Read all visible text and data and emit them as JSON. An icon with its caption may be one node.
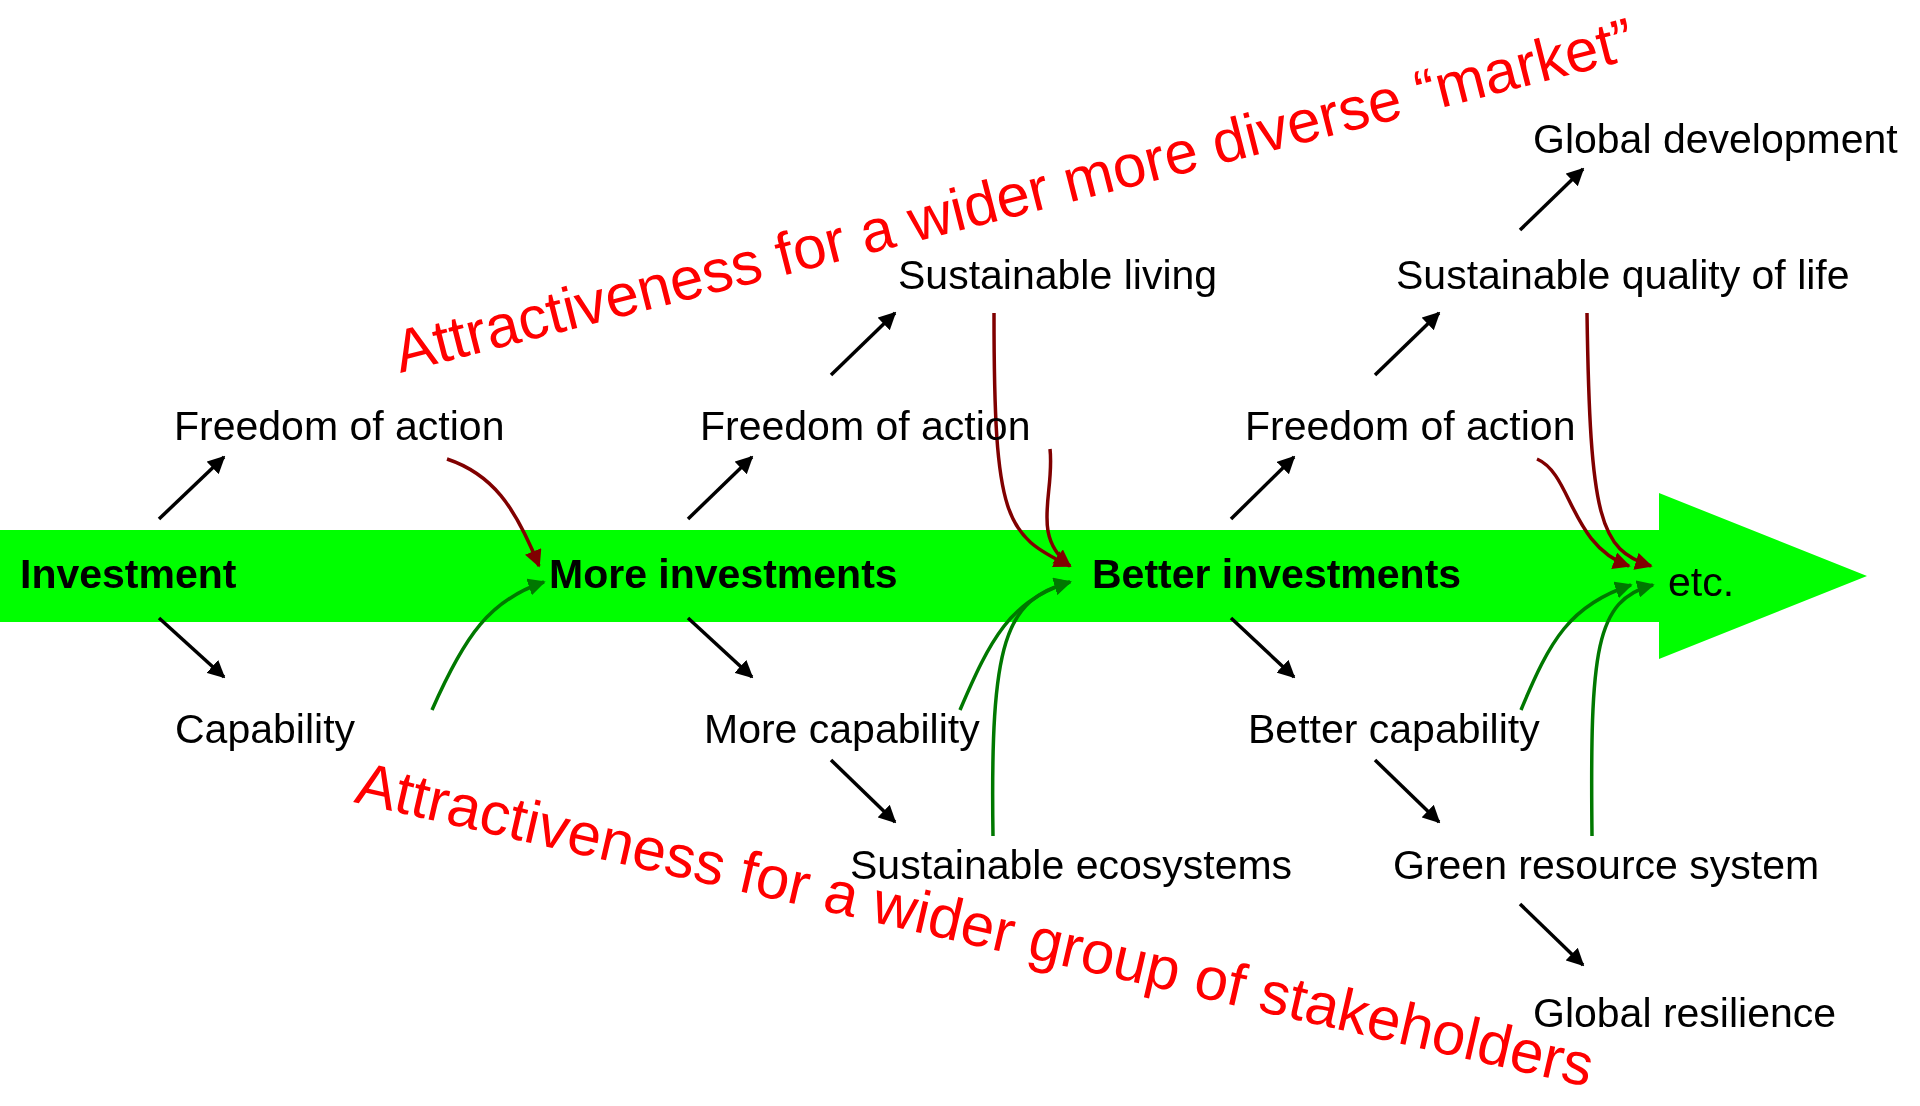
{
  "diagram": {
    "nodes": [
      {
        "text": [],
        "shape": "arrow"
      },
      {
        "text": [
          "Investment"
        ],
        "in": 0
      },
      {
        "text": [
          "More investments"
        ],
        "in": 0
      },
      {
        "text": [
          "Better investments"
        ],
        "in": 0
      },
      {
        "text": [
          "etc."
        ],
        "in": 0
      },
      {
        "text": [
          "Freedom of action"
        ]
      },
      {
        "text": [
          "Capability"
        ]
      },
      {
        "text": [
          "Freedom of action"
        ]
      },
      {
        "text": [
          "More capability"
        ]
      },
      {
        "text": [
          "Sustainable living"
        ]
      },
      {
        "text": [
          "Sustainable ecosystems"
        ]
      },
      {
        "text": [
          "Freedom of action"
        ]
      },
      {
        "text": [
          "Better capability"
        ]
      },
      {
        "text": [
          "Sustainable quality of life"
        ]
      },
      {
        "text": [
          "Green resource system"
        ]
      },
      {
        "text": [
          "Global development"
        ]
      },
      {
        "text": [
          "Global resilience"
        ]
      }
    ],
    "edges": [
      {
        "from": 1,
        "to": 5,
        "arrow": "to"
      },
      {
        "from": 1,
        "to": 6,
        "arrow": "to"
      },
      {
        "from": 2,
        "to": 7,
        "arrow": "to"
      },
      {
        "from": 2,
        "to": 8,
        "arrow": "to"
      },
      {
        "from": 7,
        "to": 9,
        "arrow": "to"
      },
      {
        "from": 8,
        "to": 10,
        "arrow": "to"
      },
      {
        "from": 3,
        "to": 11,
        "arrow": "to"
      },
      {
        "from": 3,
        "to": 12,
        "arrow": "to"
      },
      {
        "from": 11,
        "to": 13,
        "arrow": "to"
      },
      {
        "from": 12,
        "to": 14,
        "arrow": "to"
      },
      {
        "from": 13,
        "to": 15,
        "arrow": "to"
      },
      {
        "from": 14,
        "to": 16,
        "arrow": "to"
      },
      {
        "from": 5,
        "to": 2,
        "arrow": "to",
        "color": "#800000"
      },
      {
        "from": 7,
        "to": 3,
        "arrow": "to",
        "color": "#800000"
      },
      {
        "from": 9,
        "to": 3,
        "arrow": "to",
        "color": "#800000"
      },
      {
        "from": 11,
        "to": 4,
        "arrow": "to",
        "color": "#800000"
      },
      {
        "from": 13,
        "to": 4,
        "arrow": "to",
        "color": "#800000"
      },
      {
        "from": 6,
        "to": 2,
        "arrow": "to",
        "color": "#007800"
      },
      {
        "from": 8,
        "to": 3,
        "arrow": "to",
        "color": "#007800"
      },
      {
        "from": 10,
        "to": 3,
        "arrow": "to",
        "color": "#007800"
      },
      {
        "from": 12,
        "to": 4,
        "arrow": "to",
        "color": "#007800"
      },
      {
        "from": 14,
        "to": 4,
        "arrow": "to",
        "color": "#007800"
      }
    ],
    "labels": [
      "Attractiveness for a wider more diverse “market”",
      "Attractiveness for a wider group of stakeholders"
    ]
  }
}
